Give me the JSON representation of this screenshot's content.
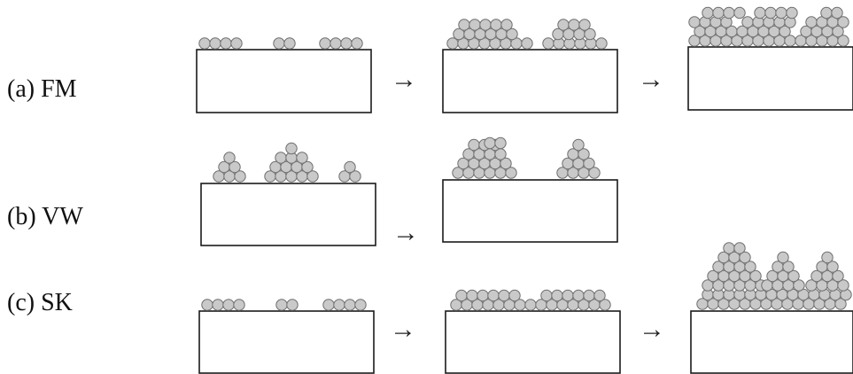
{
  "rows": [
    {
      "id": "fm",
      "label": "(a) FM"
    },
    {
      "id": "vw",
      "label": "(b) VW"
    },
    {
      "id": "sk",
      "label": "(c) SK"
    }
  ],
  "arrow_symbol": "→",
  "colors": {
    "atom_fill": "#c9c9c9",
    "atom_stroke": "#6e6e6e",
    "substrate_stroke": "#1a1a1a"
  }
}
